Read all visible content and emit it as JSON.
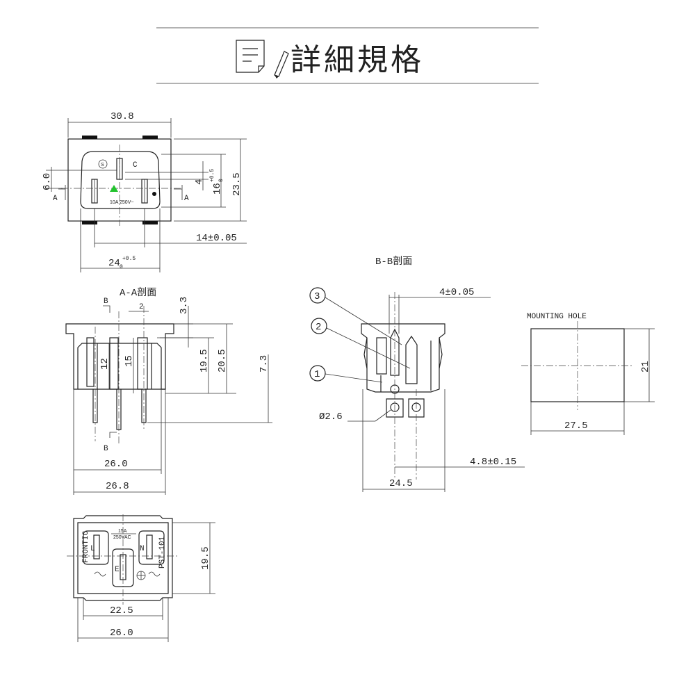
{
  "header": {
    "title": "詳細規格",
    "icon": "document-pen-icon"
  },
  "front_view": {
    "width": "30.8",
    "height": "23.5",
    "pin_gap_dim": "14±0.05",
    "bottom_width": "24",
    "bottom_tol": "+0.5",
    "bottom_tol_low": "0",
    "left_dim": "6.0",
    "dim_4": "4",
    "dim_16": "16",
    "dim_16_tol": "+0.5",
    "dim_16_tol_low": "0",
    "section_left": "A",
    "section_right": "A",
    "rating": "10A 250V~",
    "mark_s": "S",
    "mark_c": "C"
  },
  "section_aa": {
    "label": "A-A剖面",
    "section_top": "B",
    "section_bottom": "B",
    "dim_2": "2",
    "dim_3_3": "3.3",
    "dim_12": "12",
    "dim_15": "15",
    "dim_19_5": "19.5",
    "dim_20_5": "20.5",
    "dim_7_3": "7.3",
    "dim_26_0": "26.0",
    "dim_26_8": "26.8"
  },
  "section_bb": {
    "label": "B-B剖面",
    "dim_4": "4±0.05",
    "callout_1": "1",
    "callout_2": "2",
    "callout_3": "3",
    "hole": "Ø2.6",
    "dim_pitch": "4.8±0.15",
    "dim_width": "24.5"
  },
  "mounting": {
    "label": "MOUNTING HOLE",
    "height": "21",
    "width": "27.5"
  },
  "back_view": {
    "rating_a": "15A",
    "rating_v": "250VAC",
    "brand": "FRONTIC",
    "model": "PST-101",
    "pin_l": "L",
    "pin_n": "N",
    "pin_e": "E",
    "height": "19.5",
    "inner_width": "22.5",
    "outer_width": "26.0"
  },
  "colors": {
    "line": "#222222",
    "ce_mark": "#22c32e"
  }
}
